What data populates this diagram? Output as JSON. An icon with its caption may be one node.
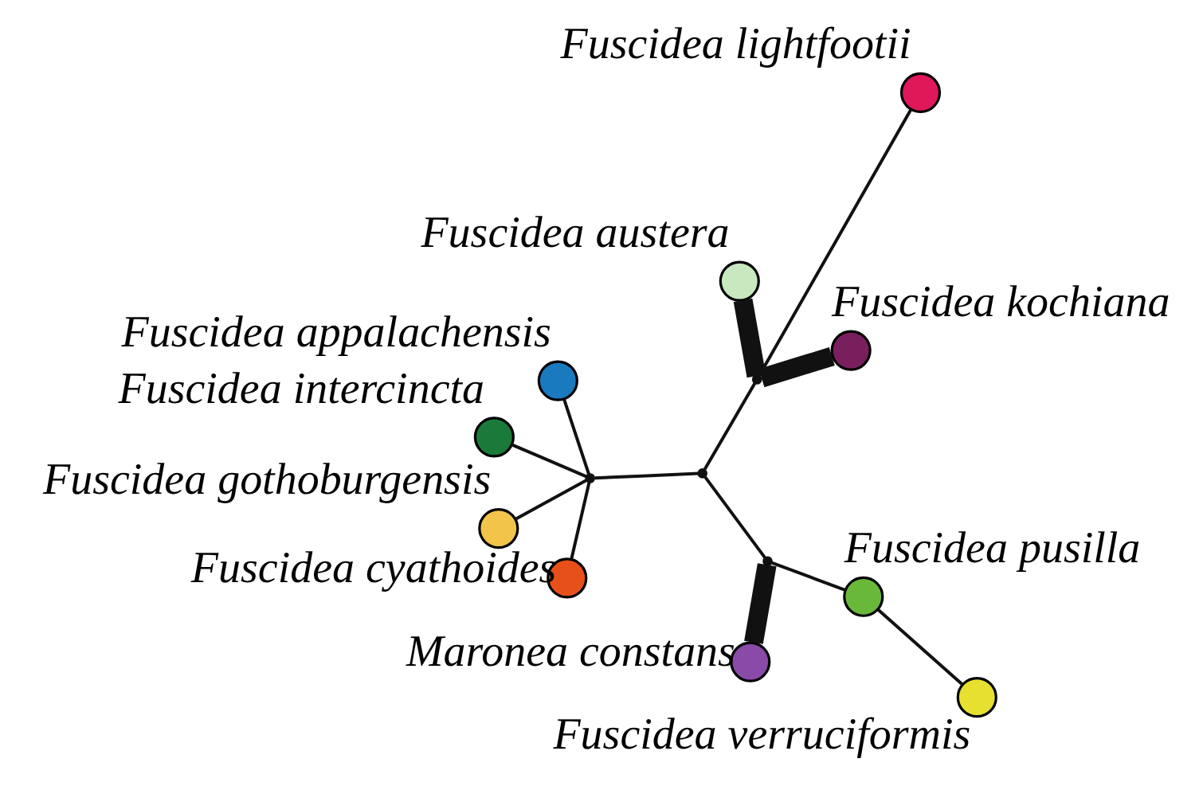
{
  "diagram": {
    "nodes": [
      {
        "text": [],
        "shape": "circle",
        "beside": [
          "Fuscidea intercincta"
        ]
      },
      {
        "text": [],
        "shape": "circle",
        "beside": [
          "Fuscidea cyathoides"
        ]
      },
      {
        "text": [],
        "shape": "circle",
        "beside": [
          "Fuscidea gothoburgensis"
        ]
      },
      {
        "text": [],
        "shape": "circle",
        "beside": [
          "Fuscidea kochiana"
        ]
      },
      {
        "text": [],
        "shape": "circle",
        "beside": [
          "Fuscidea appalachensis"
        ]
      },
      {
        "text": [],
        "shape": "circle",
        "beside": [
          "Fuscidea austera"
        ]
      },
      {
        "text": [],
        "shape": "circle",
        "beside": [
          "Maronea constans"
        ]
      },
      {
        "text": [],
        "shape": "circle",
        "beside": [
          "Fuscidea pusilla"
        ]
      },
      {
        "text": [],
        "shape": "circle",
        "beside": [
          "Fuscidea verruciformis"
        ]
      },
      {
        "text": [],
        "shape": "circle",
        "beside": [
          "Fuscidea lightfootii"
        ]
      },
      {
        "text": [],
        "shape": "point"
      },
      {
        "text": [],
        "shape": "point"
      },
      {
        "text": [],
        "shape": "point"
      },
      {
        "text": [],
        "shape": "point"
      }
    ],
    "edges": [
      {
        "from": 0,
        "to": 10,
        "arrow": "none"
      },
      {
        "from": 1,
        "to": 10,
        "arrow": "none"
      },
      {
        "from": 2,
        "to": 10,
        "arrow": "none"
      },
      {
        "from": 4,
        "to": 10,
        "arrow": "none"
      },
      {
        "from": 10,
        "to": 11,
        "arrow": "none"
      },
      {
        "from": 3,
        "to": 12,
        "arrow": "none",
        "style": "thick"
      },
      {
        "from": 5,
        "to": 12,
        "arrow": "none",
        "style": "thick"
      },
      {
        "from": 11,
        "to": 12,
        "arrow": "none"
      },
      {
        "from": 12,
        "to": 9,
        "arrow": "none"
      },
      {
        "from": 11,
        "to": 13,
        "arrow": "none"
      },
      {
        "from": 6,
        "to": 13,
        "arrow": "none",
        "style": "thick"
      },
      {
        "from": 13,
        "to": 7,
        "arrow": "none"
      },
      {
        "from": 7,
        "to": 8,
        "arrow": "none"
      }
    ]
  }
}
